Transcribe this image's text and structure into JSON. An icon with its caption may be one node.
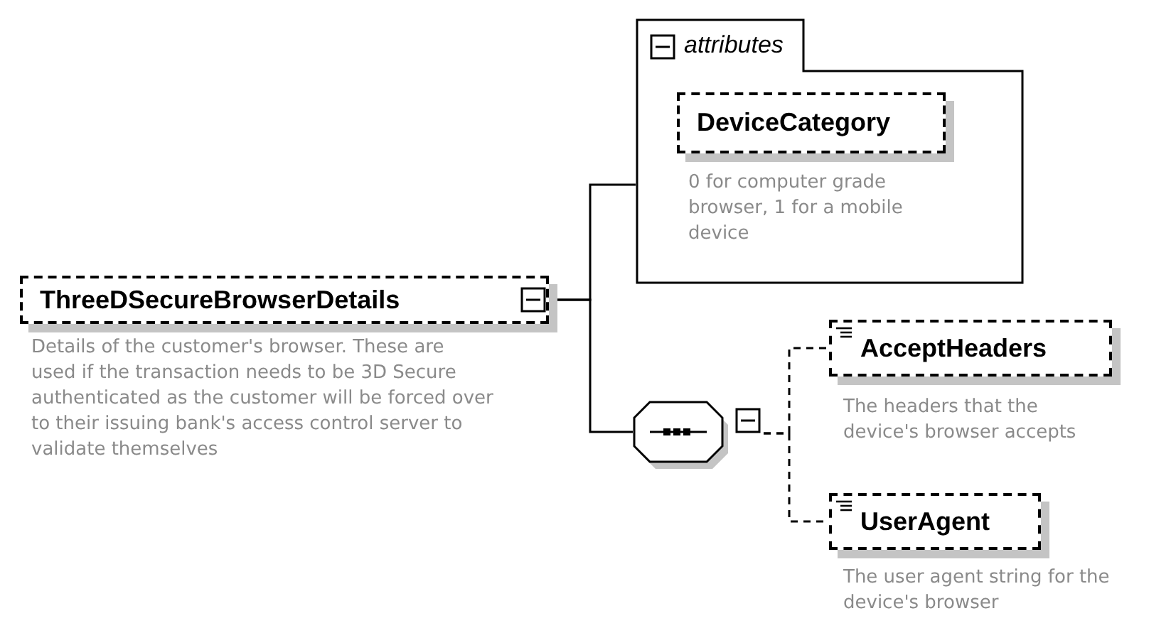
{
  "diagram": {
    "nodes": [
      {
        "text": [
          "ThreeDSecureBrowserDetails"
        ],
        "beside": [
          "Details of the customer's browser. These are used if the transaction needs to be 3D Secure authenticated as the customer will be forced over to their issuing bank's access control server to validate themselves"
        ]
      },
      {
        "text": [
          "attributes"
        ]
      },
      {
        "text": [
          "DeviceCategory"
        ],
        "in": 1,
        "beside": [
          "0 for computer grade browser, 1 for a mobile device"
        ]
      },
      {
        "text": [],
        "shape": "octagon"
      },
      {
        "text": [
          "AcceptHeaders"
        ],
        "beside": [
          "The headers that the device's browser accepts"
        ]
      },
      {
        "text": [
          "UserAgent"
        ],
        "beside": [
          "The user agent string for the device's browser"
        ]
      }
    ],
    "edges": [
      {
        "from": 0,
        "to": 1,
        "arrow": "none"
      },
      {
        "from": 0,
        "to": 3,
        "arrow": "none"
      },
      {
        "from": 3,
        "to": 4,
        "arrow": "none",
        "style": "dashed"
      },
      {
        "from": 3,
        "to": 5,
        "arrow": "none",
        "style": "dashed"
      }
    ]
  }
}
